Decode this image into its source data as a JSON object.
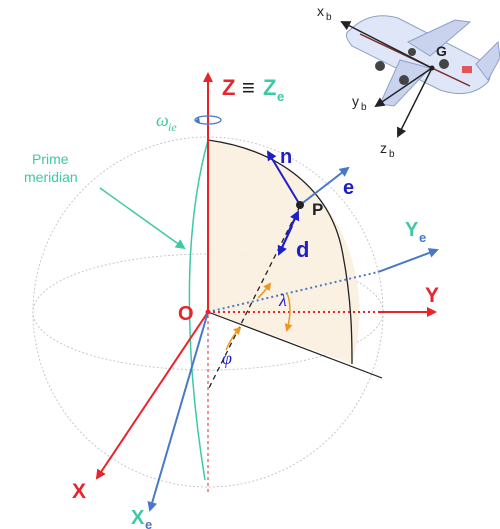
{
  "labels": {
    "z": "Z",
    "equiv": "≡",
    "ze": "Z",
    "ze_sub": "e",
    "omega": "ω",
    "omega_sub": "ie",
    "prime": "Prime",
    "meridian": "meridian",
    "n": "n",
    "e": "e",
    "p": "P",
    "d": "d",
    "ye": "Y",
    "ye_sub": "e",
    "y": "Y",
    "o": "O",
    "lambda": "λ",
    "phi": "φ",
    "x": "X",
    "xe": "X",
    "xe_sub": "e",
    "g": "G",
    "xb": "x",
    "xb_sub": "b",
    "yb": "y",
    "yb_sub": "b",
    "zb": "z",
    "zb_sub": "b"
  },
  "colors": {
    "red": "#e8232a",
    "blue": "#4a78c8",
    "navy": "#1f1fc8",
    "teal": "#3ec9a6",
    "dark": "#222222",
    "orange": "#f0961e",
    "grid": "#c8c8c8",
    "fill": "#fbf0e0"
  }
}
